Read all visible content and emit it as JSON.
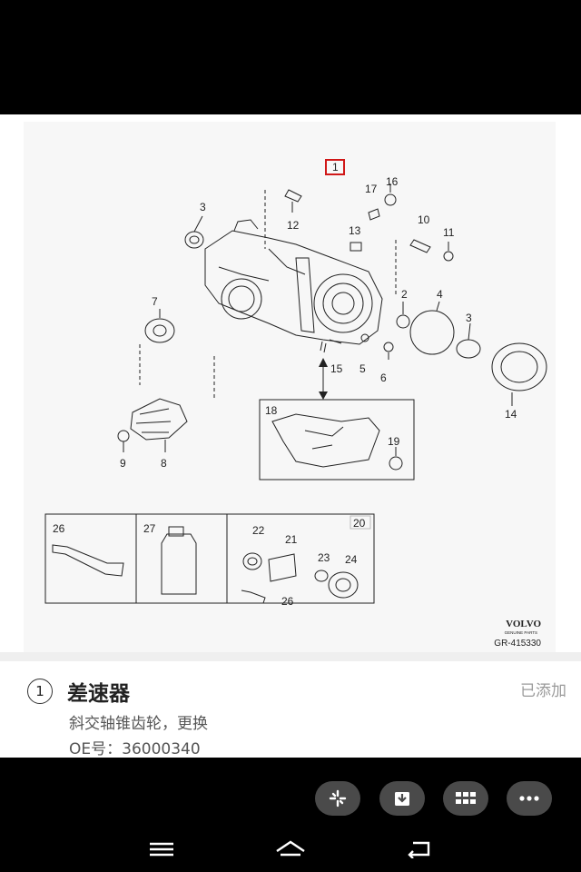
{
  "diagram": {
    "callouts": [
      "1",
      "2",
      "3",
      "3",
      "4",
      "5",
      "6",
      "7",
      "8",
      "9",
      "10",
      "11",
      "12",
      "13",
      "14",
      "15",
      "16",
      "17",
      "18",
      "19",
      "20",
      "21",
      "22",
      "23",
      "24",
      "26",
      "26",
      "27"
    ],
    "brand": "VOLVO",
    "brand_sub": "GENUINE PARTS",
    "ref_code": "GR-415330"
  },
  "item": {
    "number": "①",
    "title": "差速器",
    "status": "已添加",
    "description": "斜交轴锥齿轮，更换",
    "oe_label": "OE号：",
    "oe_number": "36000340"
  },
  "actions": [
    "share-icon",
    "download-icon",
    "grid-icon",
    "more-icon"
  ],
  "nav": [
    "menu-icon",
    "home-icon",
    "back-icon"
  ]
}
